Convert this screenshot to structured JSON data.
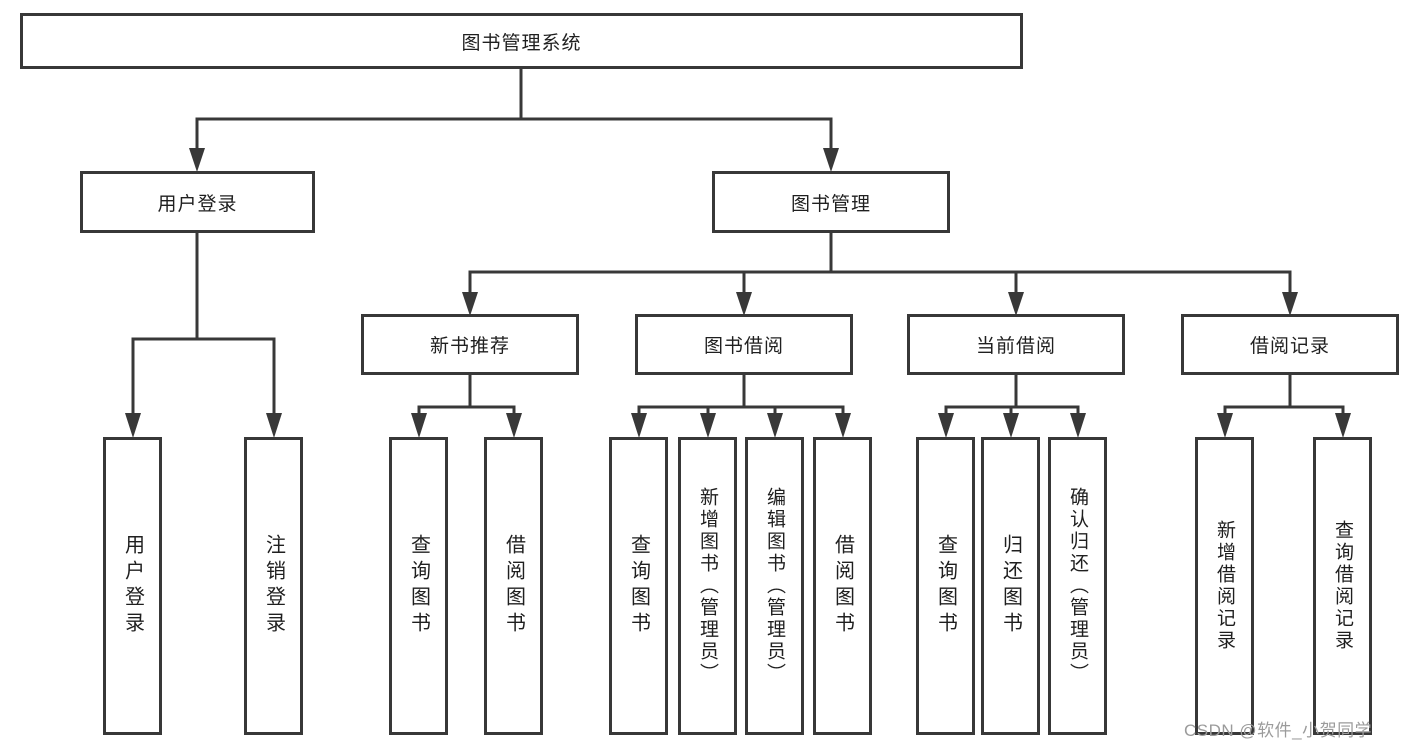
{
  "tree": {
    "label": "图书管理系统",
    "children": [
      {
        "label": "用户登录",
        "children": [
          {
            "label": "用户登录"
          },
          {
            "label": "注销登录"
          }
        ]
      },
      {
        "label": "图书管理",
        "children": [
          {
            "label": "新书推荐",
            "children": [
              {
                "label": "查询图书"
              },
              {
                "label": "借阅图书"
              }
            ]
          },
          {
            "label": "图书借阅",
            "children": [
              {
                "label": "查询图书"
              },
              {
                "label": "新增图书（管理员）"
              },
              {
                "label": "编辑图书（管理员）"
              },
              {
                "label": "借阅图书"
              }
            ]
          },
          {
            "label": "当前借阅",
            "children": [
              {
                "label": "查询图书"
              },
              {
                "label": "归还图书"
              },
              {
                "label": "确认归还（管理员）"
              }
            ]
          },
          {
            "label": "借阅记录",
            "children": [
              {
                "label": "新增借阅记录"
              },
              {
                "label": "查询借阅记录"
              }
            ]
          }
        ]
      }
    ]
  },
  "watermark": {
    "text": "CSDN @软件_小贺同学"
  },
  "colors": {
    "line": "#383838",
    "box_border": "#383838",
    "box_background": "#ffffff",
    "text": "#1f1f1f",
    "watermark": "#9b9b9b",
    "page_background": "#ffffff"
  }
}
